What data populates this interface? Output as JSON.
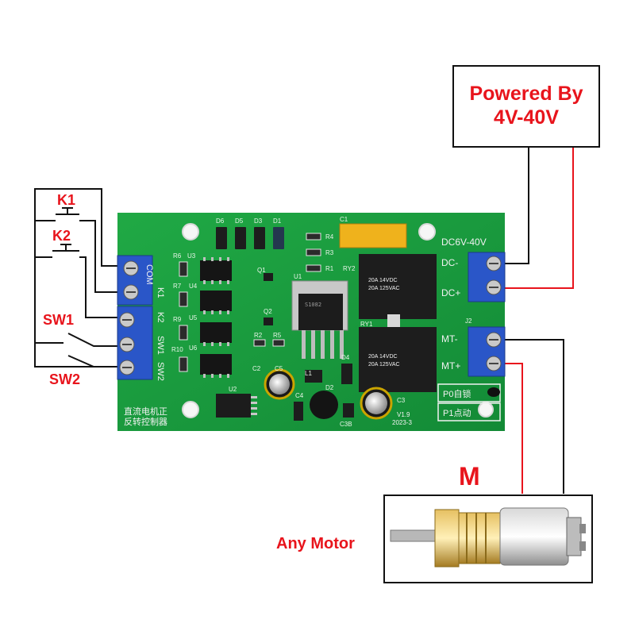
{
  "power_box": {
    "line1": "Powered By",
    "line2": "4V-40V"
  },
  "motor_box": {
    "big_label": "M",
    "side_label": "Any Motor"
  },
  "left_labels": {
    "k1": "K1",
    "k2": "K2",
    "sw1": "SW1",
    "sw2": "SW2"
  },
  "terminal_left_top": [
    "COM",
    "K1"
  ],
  "terminal_left_bottom": [
    "K2",
    "SW1",
    "SW2"
  ],
  "terminal_right_power": [
    "DC-",
    "DC+"
  ],
  "terminal_right_motor": [
    "MT-",
    "MT+"
  ],
  "supply_rating": "DC6V-40V",
  "board_name": [
    "直流电机正",
    "反转控制器"
  ],
  "mode_labels": [
    "P0自锁",
    "P1点动"
  ],
  "version": [
    "V1.9",
    "2023-3"
  ],
  "relay_text": [
    "20A 14VDC",
    "20A 125VAC"
  ],
  "refs": {
    "d6": "D6",
    "d5": "D5",
    "d3": "D3",
    "d1": "D1",
    "c1": "C1",
    "r6": "R6",
    "u3": "U3",
    "r7": "R7",
    "u4": "U4",
    "r9": "R9",
    "u5": "U5",
    "r10": "R10",
    "u6": "U6",
    "q1": "Q1",
    "q2": "Q2",
    "r2": "R2",
    "r5": "R5",
    "c2": "C2",
    "c5": "C5",
    "u1": "U1",
    "r4": "R4",
    "r3": "R3",
    "r1": "R1",
    "ry2": "RY2",
    "ry1": "RY1",
    "d4": "D4",
    "d2": "D2",
    "c4": "C4",
    "l1": "L1",
    "c3": "C3",
    "c3b": "C3B",
    "u2": "U2",
    "j2": "J2",
    "chip": "S1082"
  },
  "colors": {
    "pcb": "#1a9e3e",
    "pcb_dark": "#138232",
    "terminal": "#2a56c8",
    "wire_red": "#e8141c",
    "wire_black": "#111111",
    "label_red": "#e8141c"
  }
}
